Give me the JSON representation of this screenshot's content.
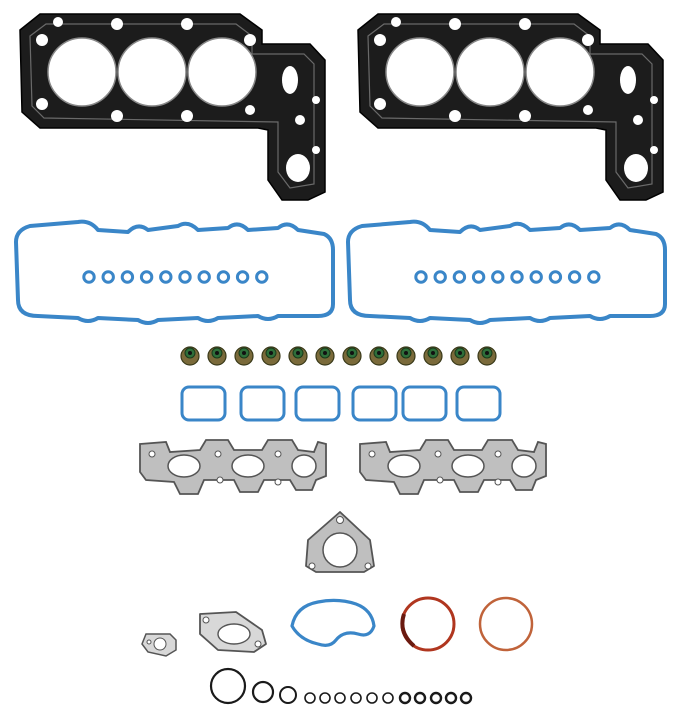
{
  "image": {
    "alt": "",
    "colors": {
      "background": "#ffffff",
      "head_gasket": "#1c1c1c",
      "head_gasket_inner": "#6a6a6a",
      "valve_cover_gasket": "#3a86c8",
      "valve_stem_seal": "#7a6a3a",
      "intake_gasket": "#3a86c8",
      "exhaust_gasket": "#b8b8b8",
      "exhaust_gasket_edge": "#555555",
      "red_seal": "#b0361f",
      "copper_ring": "#c0633a",
      "o_ring": "#1a1a1a"
    },
    "parts": [
      {
        "name": "cylinder-head-gasket",
        "count": 2
      },
      {
        "name": "valve-cover-gasket",
        "count": 2
      },
      {
        "name": "spark-plug-tube-seal",
        "count": 20
      },
      {
        "name": "valve-stem-seal",
        "count": 12
      },
      {
        "name": "intake-port-gasket",
        "count": 6
      },
      {
        "name": "exhaust-manifold-gasket",
        "count": 2
      },
      {
        "name": "egr-flange-gasket",
        "count": 1
      },
      {
        "name": "small-flange-gasket",
        "count": 2
      },
      {
        "name": "water-pump-gasket",
        "count": 1
      },
      {
        "name": "seal-ring",
        "count": 2
      },
      {
        "name": "o-ring",
        "count": 14
      }
    ]
  }
}
